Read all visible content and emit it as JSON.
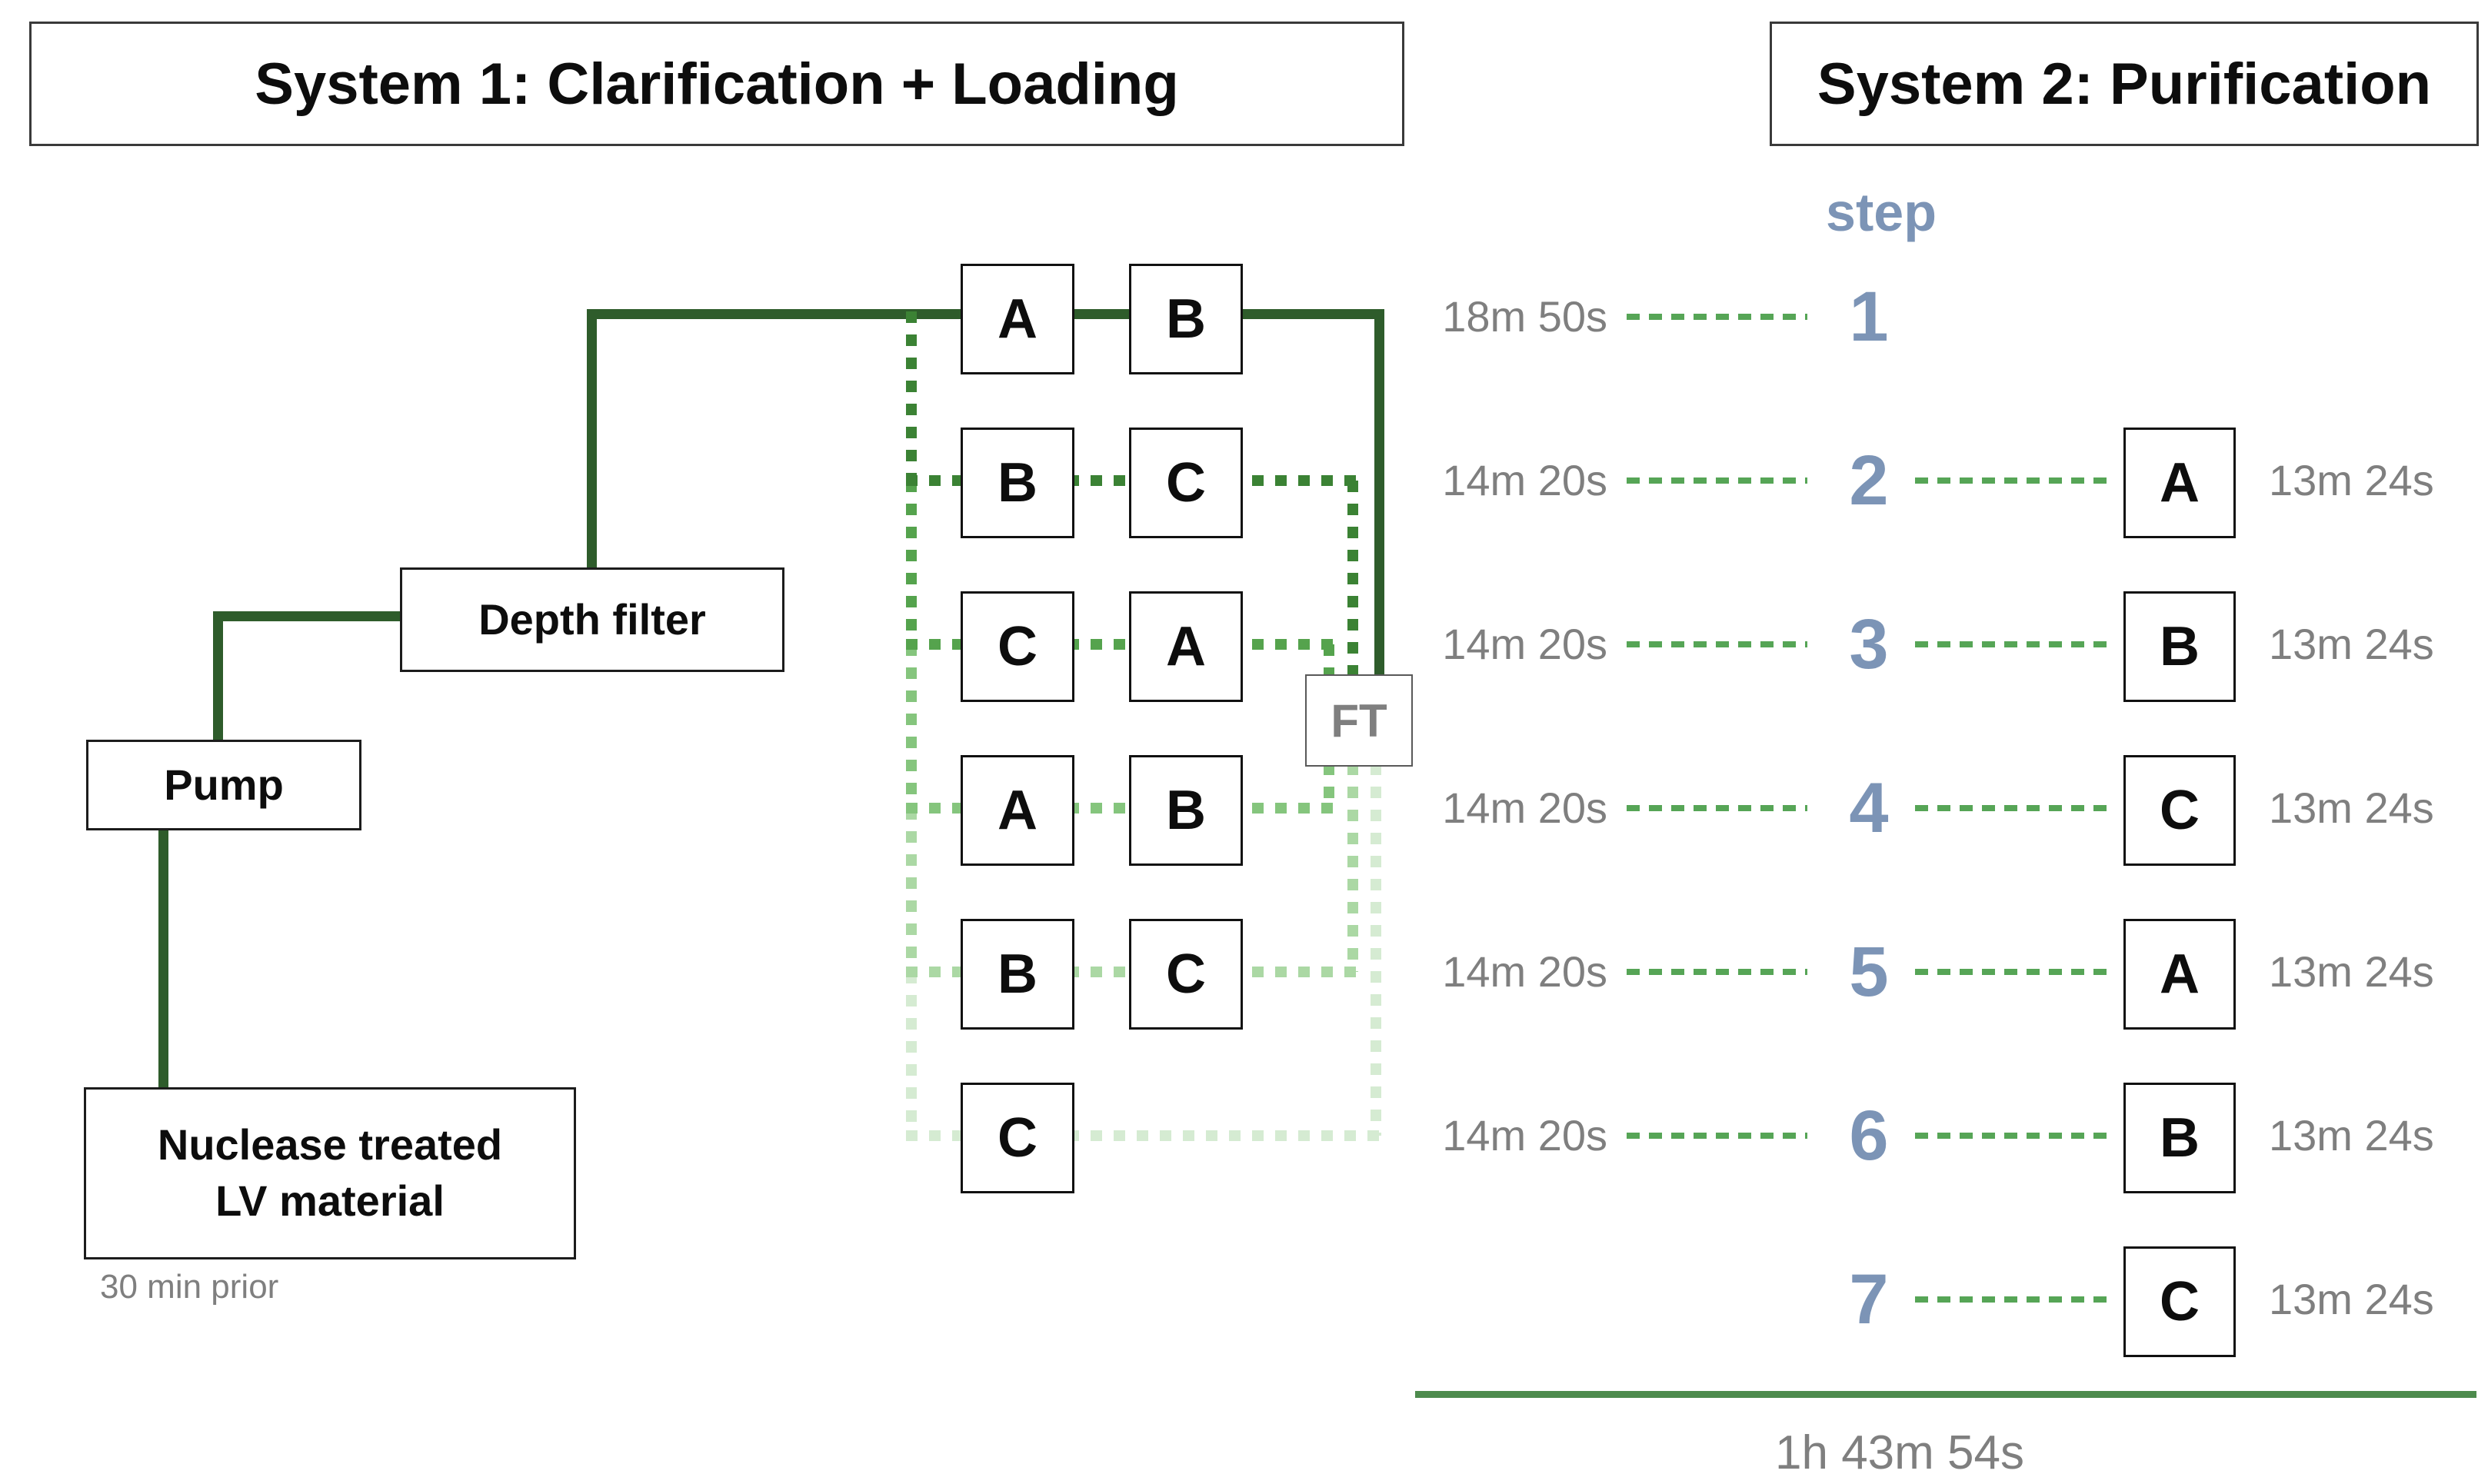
{
  "titles": {
    "system1": "System 1: Clarification + Loading",
    "system2": "System 2: Purification"
  },
  "left_flow": {
    "source_line1": "Nuclease treated",
    "source_line2": "LV material",
    "source_note": "30 min prior",
    "pump_label": "Pump",
    "depth_filter_label": "Depth filter",
    "flowthrough_label": "FT"
  },
  "middle": {
    "rows": [
      {
        "left": "A",
        "right": "B"
      },
      {
        "left": "B",
        "right": "C"
      },
      {
        "left": "C",
        "right": "A"
      },
      {
        "left": "A",
        "right": "B"
      },
      {
        "left": "B",
        "right": "C"
      },
      {
        "left": "C"
      }
    ]
  },
  "steps": {
    "header": "step",
    "rows": [
      {
        "number": "1",
        "left_time": "18m 50s",
        "right_letter": "",
        "right_time": ""
      },
      {
        "number": "2",
        "left_time": "14m 20s",
        "right_letter": "A",
        "right_time": "13m 24s"
      },
      {
        "number": "3",
        "left_time": "14m 20s",
        "right_letter": "B",
        "right_time": "13m 24s"
      },
      {
        "number": "4",
        "left_time": "14m 20s",
        "right_letter": "C",
        "right_time": "13m 24s"
      },
      {
        "number": "5",
        "left_time": "14m 20s",
        "right_letter": "A",
        "right_time": "13m 24s"
      },
      {
        "number": "6",
        "left_time": "14m 20s",
        "right_letter": "B",
        "right_time": "13m 24s"
      },
      {
        "number": "7",
        "left_time": "",
        "right_letter": "C",
        "right_time": "13m 24s"
      }
    ],
    "total_time": "1h 43m 54s"
  },
  "colors": {
    "dark_line": "#2E5C2B",
    "row2_dots": "#3B8234",
    "row3_dots": "#55A34D",
    "row4_dots": "#85C57D",
    "row5_dots": "#ABD8A4",
    "row6_dots": "#D5EBD2",
    "thin_dash_green": "#56A556",
    "total_line_green": "#4D8B4D",
    "step_blue": "#7C94B6",
    "gray_text": "#7F7F7F"
  }
}
